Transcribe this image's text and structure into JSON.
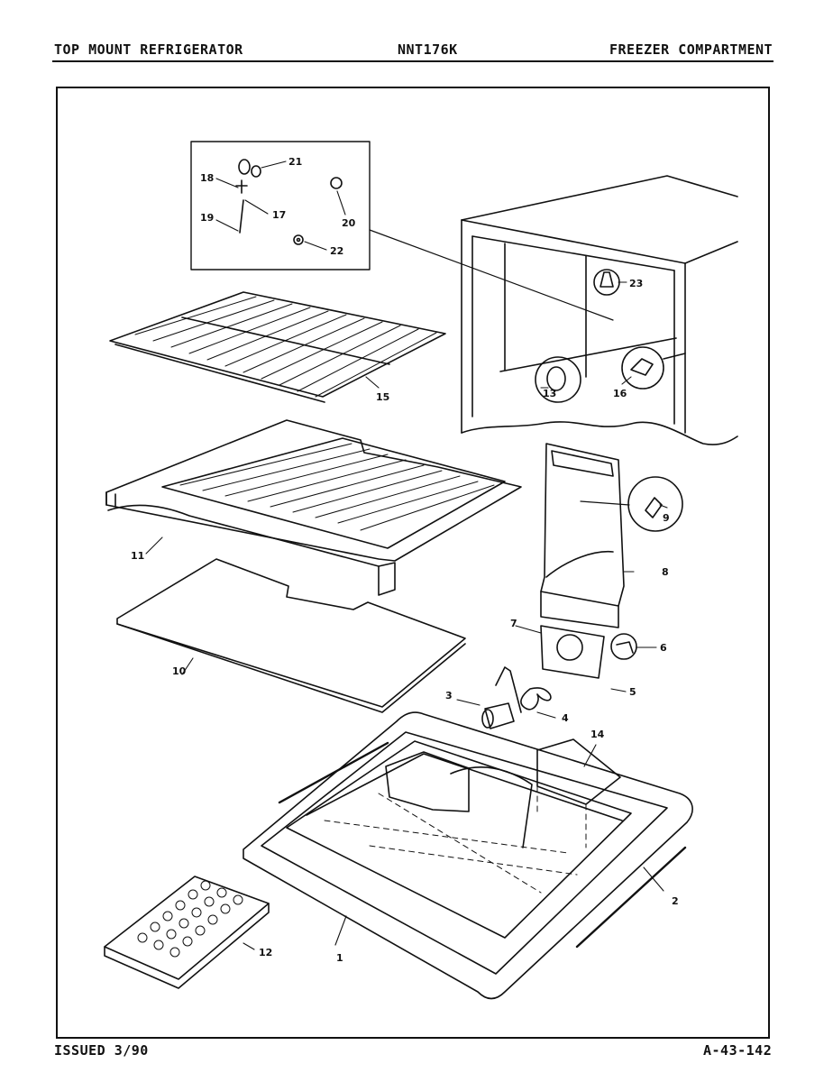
{
  "header": {
    "left": "TOP MOUNT REFRIGERATOR",
    "center": "NNT176K",
    "right": "FREEZER COMPARTMENT"
  },
  "footer": {
    "left": "ISSUED 3/90",
    "right": "A-43-142"
  },
  "callouts": [
    "1",
    "2",
    "3",
    "4",
    "5",
    "6",
    "7",
    "8",
    "9",
    "10",
    "11",
    "12",
    "13",
    "14",
    "15",
    "16",
    "17",
    "18",
    "19",
    "20",
    "21",
    "22",
    "23"
  ]
}
